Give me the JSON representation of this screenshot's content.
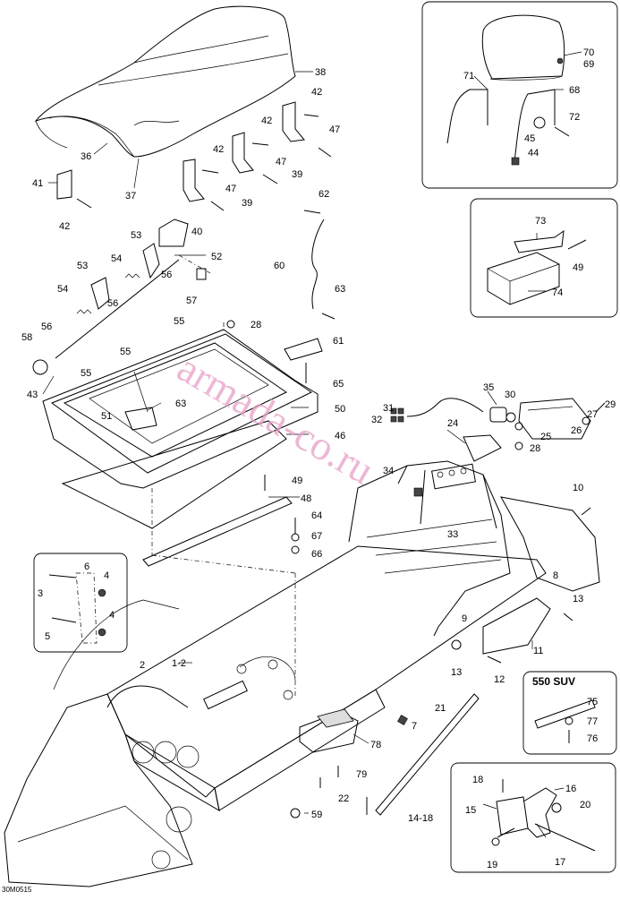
{
  "drawing_code": "30M0515",
  "watermark": "armada-co.ru",
  "inset_suv_label": "550 SUV",
  "callouts": [
    {
      "id": "c38",
      "label": "38"
    },
    {
      "id": "c36",
      "label": "36"
    },
    {
      "id": "c37",
      "label": "37"
    },
    {
      "id": "c41",
      "label": "41"
    },
    {
      "id": "c42a",
      "label": "42"
    },
    {
      "id": "c42b",
      "label": "42"
    },
    {
      "id": "c42c",
      "label": "42"
    },
    {
      "id": "c42d",
      "label": "42"
    },
    {
      "id": "c47a",
      "label": "47"
    },
    {
      "id": "c47b",
      "label": "47"
    },
    {
      "id": "c47c",
      "label": "47"
    },
    {
      "id": "c40",
      "label": "40"
    },
    {
      "id": "c39a",
      "label": "39"
    },
    {
      "id": "c39b",
      "label": "39"
    },
    {
      "id": "c62",
      "label": "62"
    },
    {
      "id": "c60",
      "label": "60"
    },
    {
      "id": "c63a",
      "label": "63"
    },
    {
      "id": "c53a",
      "label": "53"
    },
    {
      "id": "c52",
      "label": "52"
    },
    {
      "id": "c53b",
      "label": "53"
    },
    {
      "id": "c54a",
      "label": "54"
    },
    {
      "id": "c56a",
      "label": "56"
    },
    {
      "id": "c54b",
      "label": "54"
    },
    {
      "id": "c56b",
      "label": "56"
    },
    {
      "id": "c57",
      "label": "57"
    },
    {
      "id": "c56c",
      "label": "56"
    },
    {
      "id": "c55a",
      "label": "55"
    },
    {
      "id": "c58",
      "label": "58"
    },
    {
      "id": "c55b",
      "label": "55"
    },
    {
      "id": "c55c",
      "label": "55"
    },
    {
      "id": "c28a",
      "label": "28"
    },
    {
      "id": "c61",
      "label": "61"
    },
    {
      "id": "c65",
      "label": "65"
    },
    {
      "id": "c43",
      "label": "43"
    },
    {
      "id": "c63b",
      "label": "63"
    },
    {
      "id": "c50",
      "label": "50"
    },
    {
      "id": "c51",
      "label": "51"
    },
    {
      "id": "c46",
      "label": "46"
    },
    {
      "id": "c49a",
      "label": "49"
    },
    {
      "id": "c48",
      "label": "48"
    },
    {
      "id": "c64",
      "label": "64"
    },
    {
      "id": "c67",
      "label": "67"
    },
    {
      "id": "c66",
      "label": "66"
    },
    {
      "id": "c70",
      "label": "70"
    },
    {
      "id": "c69",
      "label": "69"
    },
    {
      "id": "c71",
      "label": "71"
    },
    {
      "id": "c68",
      "label": "68"
    },
    {
      "id": "c72",
      "label": "72"
    },
    {
      "id": "c45",
      "label": "45"
    },
    {
      "id": "c44",
      "label": "44"
    },
    {
      "id": "c73",
      "label": "73"
    },
    {
      "id": "c49b",
      "label": "49"
    },
    {
      "id": "c74",
      "label": "74"
    },
    {
      "id": "c35",
      "label": "35"
    },
    {
      "id": "c30",
      "label": "30"
    },
    {
      "id": "c31",
      "label": "31"
    },
    {
      "id": "c32",
      "label": "32"
    },
    {
      "id": "c24",
      "label": "24"
    },
    {
      "id": "c29",
      "label": "29"
    },
    {
      "id": "c27",
      "label": "27"
    },
    {
      "id": "c26",
      "label": "26"
    },
    {
      "id": "c25",
      "label": "25"
    },
    {
      "id": "c28b",
      "label": "28"
    },
    {
      "id": "c34",
      "label": "34"
    },
    {
      "id": "c33",
      "label": "33"
    },
    {
      "id": "c10",
      "label": "10"
    },
    {
      "id": "c9",
      "label": "9"
    },
    {
      "id": "c8",
      "label": "8"
    },
    {
      "id": "c13a",
      "label": "13"
    },
    {
      "id": "c11",
      "label": "11"
    },
    {
      "id": "c13b",
      "label": "13"
    },
    {
      "id": "c12",
      "label": "12"
    },
    {
      "id": "c6",
      "label": "6"
    },
    {
      "id": "c4a",
      "label": "4"
    },
    {
      "id": "c3",
      "label": "3"
    },
    {
      "id": "c4b",
      "label": "4"
    },
    {
      "id": "c5",
      "label": "5"
    },
    {
      "id": "c2",
      "label": "2"
    },
    {
      "id": "c1_2",
      "label": "1-2"
    },
    {
      "id": "c21",
      "label": "21"
    },
    {
      "id": "c7",
      "label": "7"
    },
    {
      "id": "c75",
      "label": "75"
    },
    {
      "id": "c77",
      "label": "77"
    },
    {
      "id": "c76",
      "label": "76"
    },
    {
      "id": "c78",
      "label": "78"
    },
    {
      "id": "c79",
      "label": "79"
    },
    {
      "id": "c22",
      "label": "22"
    },
    {
      "id": "c59",
      "label": "59"
    },
    {
      "id": "c18",
      "label": "18"
    },
    {
      "id": "c16",
      "label": "16"
    },
    {
      "id": "c15",
      "label": "15"
    },
    {
      "id": "c20",
      "label": "20"
    },
    {
      "id": "c14_18",
      "label": "14-18"
    },
    {
      "id": "c19",
      "label": "19"
    },
    {
      "id": "c17",
      "label": "17"
    }
  ]
}
